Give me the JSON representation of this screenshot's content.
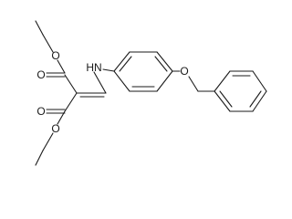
{
  "molecule": {
    "atoms": {
      "ester_top_ether_o": "O",
      "ester_top_carbonyl_o": "O",
      "ester_bottom_carbonyl_o": "O",
      "ester_bottom_ether_o": "O",
      "amine_n": "HN",
      "aryl_ether_o": "O"
    }
  }
}
